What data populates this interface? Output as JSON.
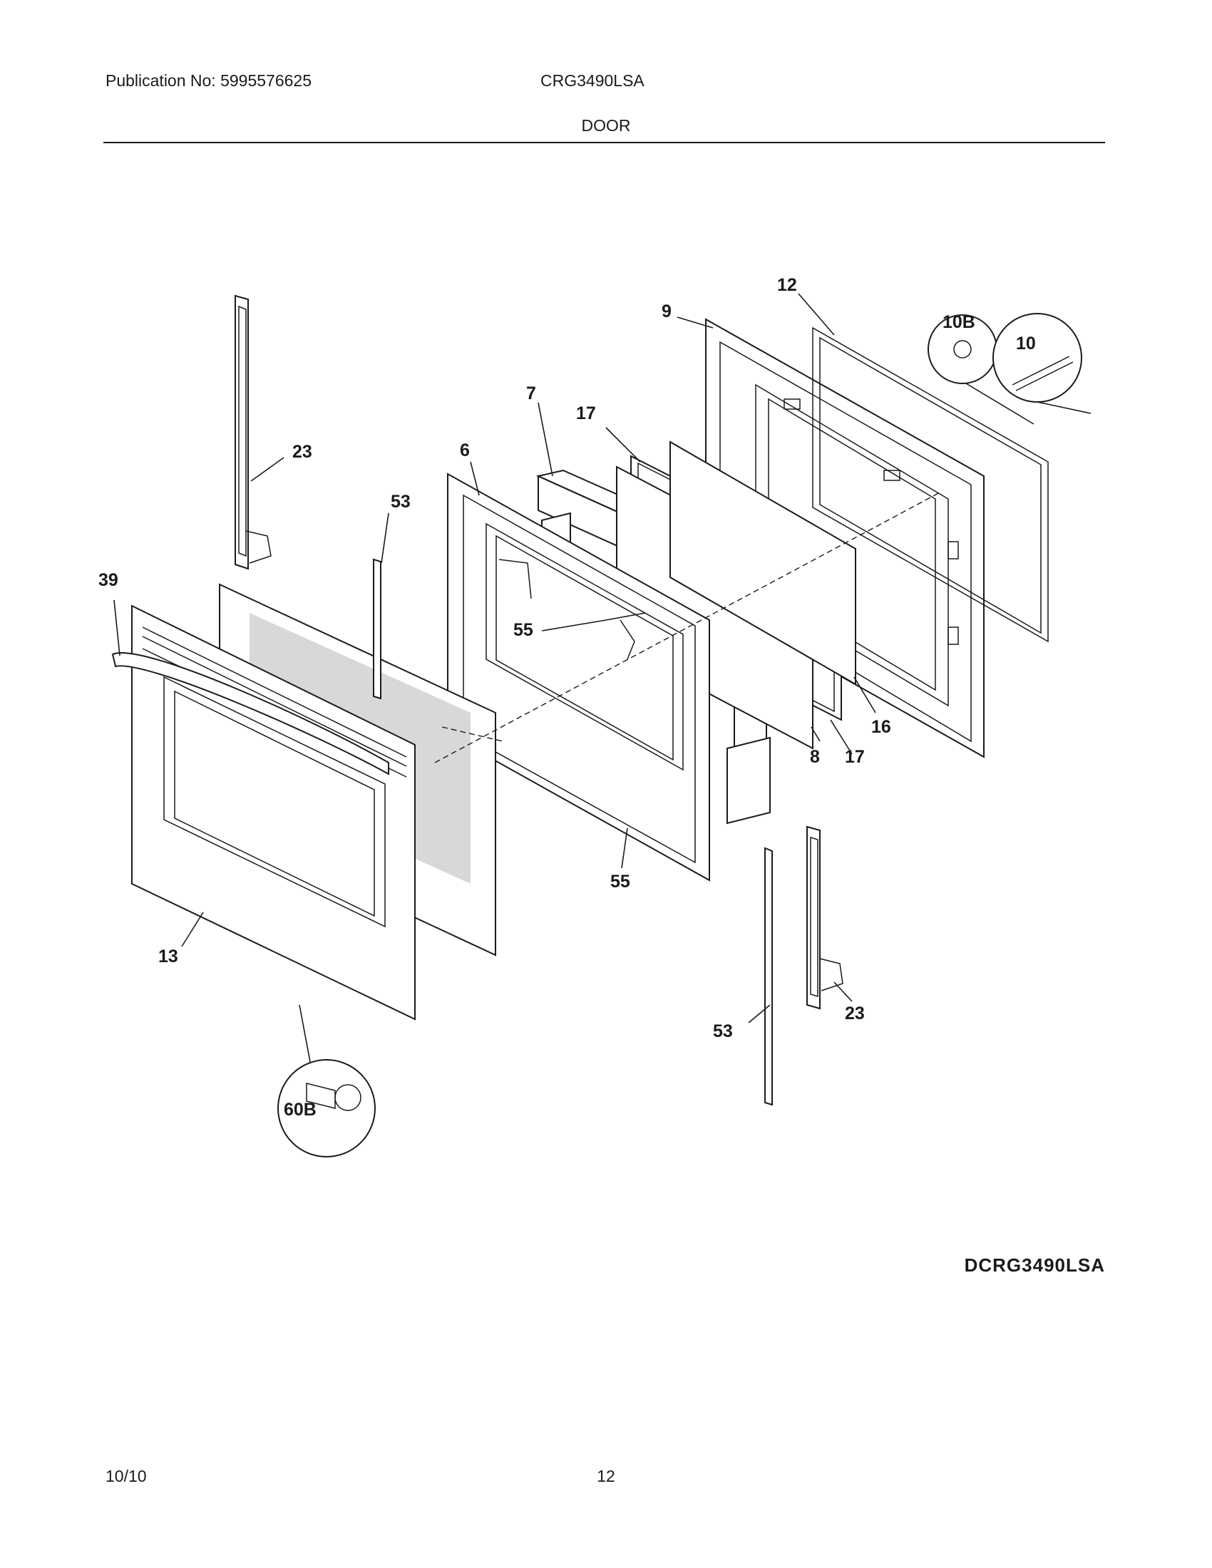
{
  "header": {
    "publication": "Publication No: 5995576625",
    "model": "CRG3490LSA",
    "section": "DOOR"
  },
  "diagram": {
    "code": "DCRG3490LSA",
    "callouts": {
      "c12": "12",
      "c9": "9",
      "c10b": "10B",
      "c10": "10",
      "c7": "7",
      "c17a": "17",
      "c6": "6",
      "c23a": "23",
      "c53a": "53",
      "c39": "39",
      "c55a": "55",
      "c16": "16",
      "c8": "8",
      "c17b": "17",
      "c55b": "55",
      "c13": "13",
      "c60b": "60B",
      "c53b": "53",
      "c23b": "23"
    }
  },
  "footer": {
    "date": "10/10",
    "page": "12"
  }
}
